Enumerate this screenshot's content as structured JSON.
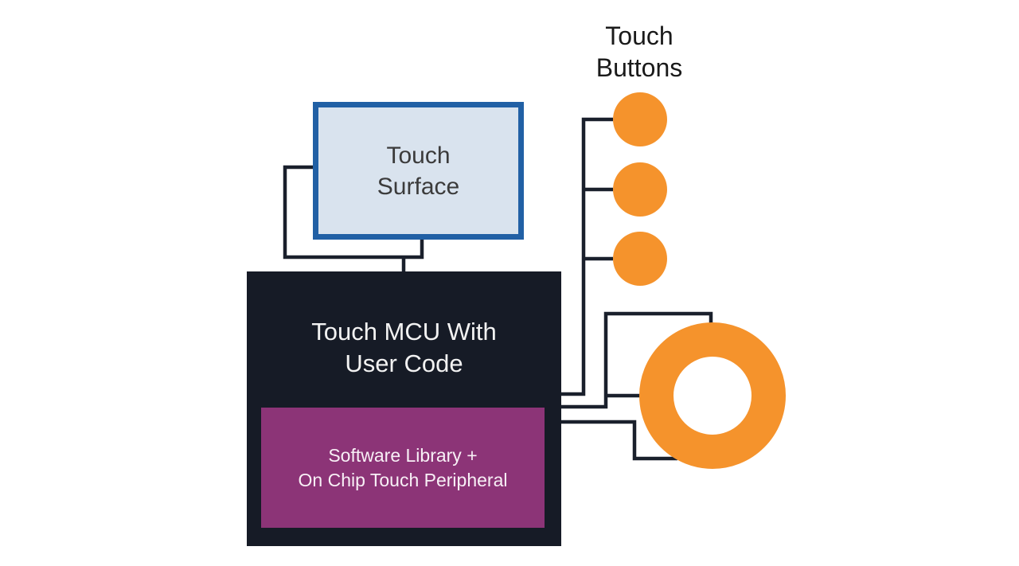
{
  "touch_surface": {
    "label": "Touch\nSurface"
  },
  "mcu": {
    "label": "Touch MCU With\nUser Code"
  },
  "software": {
    "label": "Software Library +\nOn Chip Touch Peripheral"
  },
  "buttons": {
    "label": "Touch\nButtons",
    "count": 3
  },
  "wheel": {
    "name": "touch-wheel"
  },
  "colors": {
    "orange": "#F5932C",
    "purple": "#8C3477",
    "dark": "#161B26",
    "line": "#1A202C",
    "surface-fill": "#D9E3EE",
    "surface-border": "#2160A5",
    "text-dark": "#3B3B3B",
    "text-black": "#1A1A1A",
    "text-light": "#F2F2F2",
    "text-purple-light": "#F8F0F6"
  }
}
